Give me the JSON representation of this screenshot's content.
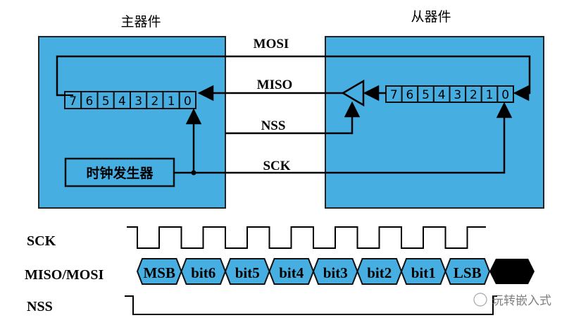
{
  "master": {
    "title": "主器件",
    "clock_generator": "时钟发生器",
    "register_bits": [
      "7",
      "6",
      "5",
      "4",
      "3",
      "2",
      "1",
      "0"
    ]
  },
  "slave": {
    "title": "从器件",
    "register_bits": [
      "7",
      "6",
      "5",
      "4",
      "3",
      "2",
      "1",
      "0"
    ]
  },
  "signals": {
    "mosi": "MOSI",
    "miso": "MISO",
    "nss": "NSS",
    "sck": "SCK"
  },
  "timing": {
    "sck_label": "SCK",
    "data_label": "MISO/MOSI",
    "nss_label": "NSS",
    "bits": [
      "MSB",
      "bit6",
      "bit5",
      "bit4",
      "bit3",
      "bit2",
      "bit1",
      "LSB"
    ]
  },
  "watermark": "玩转嵌入式",
  "colors": {
    "box_fill": "#47aee2",
    "line": "#000000"
  }
}
